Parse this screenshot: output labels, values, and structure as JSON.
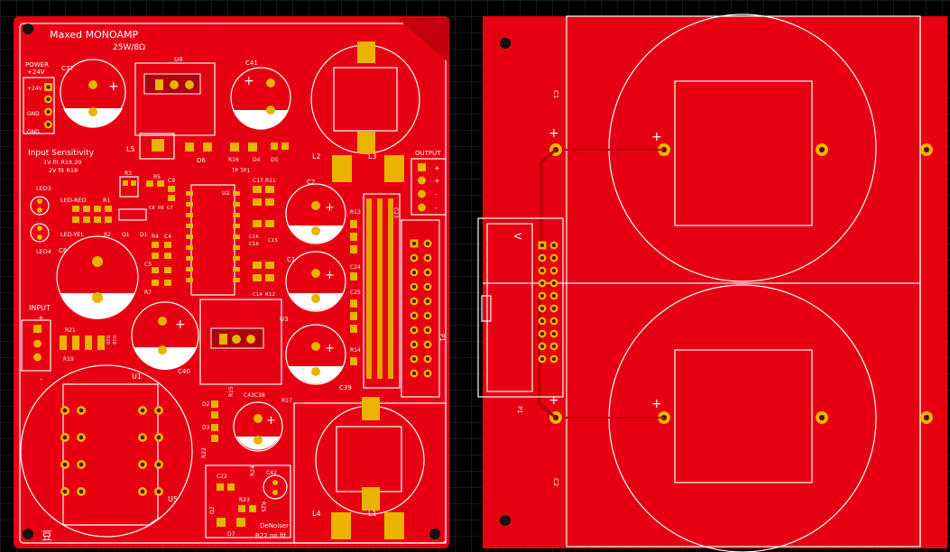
{
  "left_board": {
    "title": "Maxed MONOAMP",
    "power_rating": "25W/8Ω",
    "power_block": {
      "title": "POWER",
      "subtitle": "+24V",
      "pin1": "+24V",
      "pin2": "GND",
      "pin3": "GND"
    },
    "input_sensitivity": {
      "heading": "Input Sensitivity",
      "line1": "1V fit R19,20",
      "line2": "2V fit R18"
    },
    "output_block": {
      "title": "OUTPUT",
      "pins": [
        "+",
        "+",
        "-",
        "-"
      ]
    },
    "input_block": {
      "title": "INPUT",
      "plus": "+",
      "minus": "-"
    },
    "denoiser": {
      "line1": "DeNoiser",
      "line2": "R22 no fit"
    },
    "logo_char": "豆",
    "designators": {
      "c37": "C37",
      "u4": "U4",
      "c41": "C41",
      "l5": "L5",
      "d6": "D6",
      "r16": "R16",
      "d4": "D4",
      "d5": "D5",
      "l2": "L2",
      "l3": "L3",
      "tp": "TP TP1",
      "u2": "U2",
      "c17": "C17",
      "r11": "R11",
      "r3": "R3",
      "r5": "R5",
      "c9": "C9",
      "led3": "LED3",
      "led_red": "LED-RED",
      "r1": "R1",
      "led_yel": "LED-YEL",
      "led4": "LED4",
      "r2": "R2",
      "q1": "Q1",
      "d1": "D1",
      "c6": "C6",
      "r4": "R4",
      "c4": "C4",
      "c5": "C5",
      "r7": "R7",
      "c2": "C2",
      "c1": "C1",
      "c24": "C24",
      "c25": "C25",
      "r13": "R13",
      "r14": "R14",
      "c39": "C39",
      "p1": "P1",
      "c23": "C23",
      "u3": "U3",
      "c40": "C40",
      "r21": "R21",
      "r19": "R19",
      "r20": "R20",
      "r18": "R18",
      "u1": "U1",
      "u5": "U5",
      "d2": "D2",
      "d3": "D3",
      "r15": "R15",
      "c43c38": "C43C38",
      "r17": "R17",
      "r22": "R22",
      "c22": "C22",
      "r24": "R24",
      "c42": "C42",
      "q2": "Q2",
      "r23": "R23",
      "r25": "R25",
      "d7": "D7",
      "l4": "L4",
      "l1": "L1",
      "c16": "C16",
      "c18": "C18",
      "c15": "C15",
      "c14": "C14",
      "r12": "R12",
      "c8": "C8",
      "r6": "R6",
      "c7": "C7"
    }
  },
  "right_board": {
    "c1": "C1",
    "c2": "C2",
    "p1": "P1",
    "plus_sign": "+",
    "connector_mark": "V"
  },
  "colors": {
    "background": "#000000",
    "grid": "#3a3a3a",
    "copper": "#e60012",
    "pad": "#e8b400",
    "silk": "#ffffff"
  }
}
